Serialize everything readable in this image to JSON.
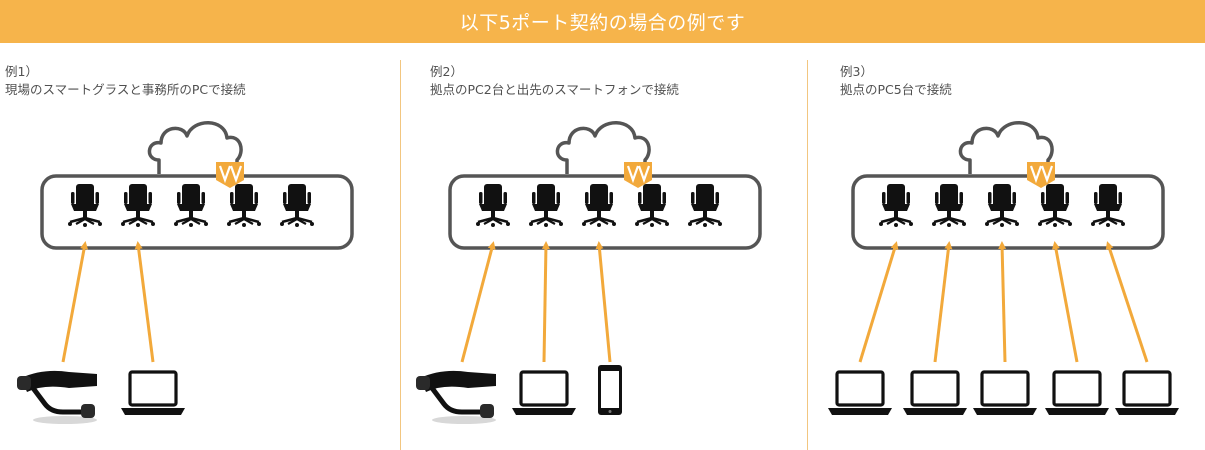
{
  "header": {
    "title": "以下5ポート契約の場合の例です"
  },
  "examples": [
    {
      "number": "例1）",
      "description": "現場のスマートグラスと事務所のPCで接続",
      "ports": 5,
      "devices": [
        "smart-glasses",
        "laptop"
      ]
    },
    {
      "number": "例2）",
      "description": "拠点のPC2台と出先のスマートフォンで接続",
      "ports": 5,
      "devices": [
        "smart-glasses",
        "laptop",
        "smartphone"
      ]
    },
    {
      "number": "例3）",
      "description": "拠点のPC5台で接続",
      "ports": 5,
      "devices": [
        "laptop",
        "laptop",
        "laptop",
        "laptop",
        "laptop"
      ]
    }
  ],
  "colors": {
    "header_bg": "#f6b44b",
    "arrow": "#f2a93b",
    "badge": "#f2a93b",
    "frame": "#555555",
    "icon": "#111111"
  },
  "icons": [
    "cloud-icon",
    "v-badge-icon",
    "office-chair-icon",
    "smart-glasses-icon",
    "laptop-icon",
    "smartphone-icon"
  ]
}
